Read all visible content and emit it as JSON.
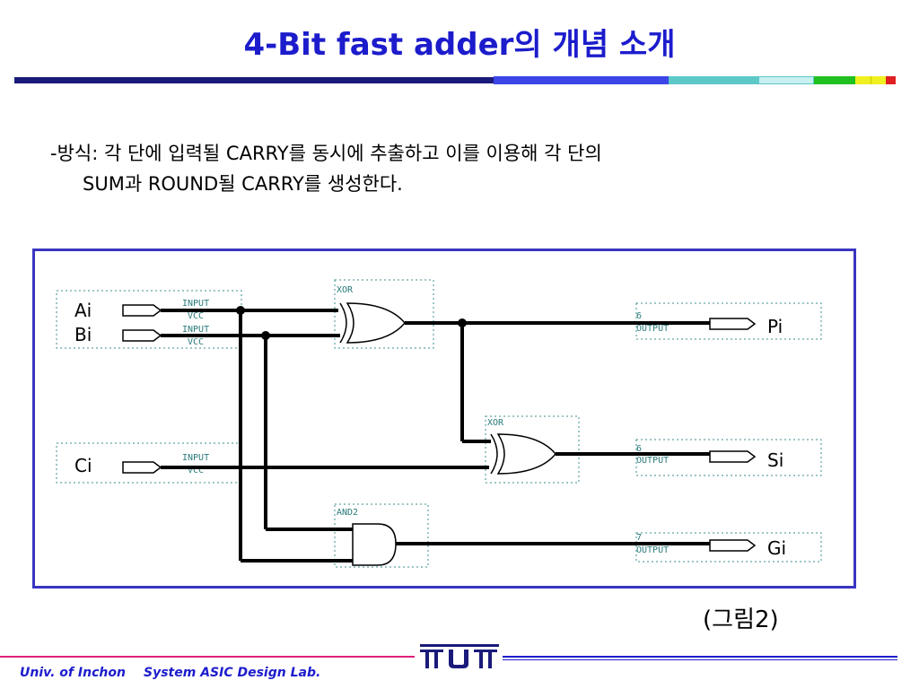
{
  "slide": {
    "title": "4-Bit fast adder의 개념 소개",
    "body_line1": "-방식: 각 단에 입력될 CARRY를 동시에 추출하고 이를 이용해 각 단의",
    "body_line2": "SUM과 ROUND될 CARRY를 생성한다.",
    "caption": "(그림2)"
  },
  "circuit": {
    "inputs": [
      {
        "name": "Ai",
        "tag": "INPUT",
        "tag2": "VCC"
      },
      {
        "name": "Bi",
        "tag": "INPUT",
        "tag2": "VCC"
      },
      {
        "name": "Ci",
        "tag": "INPUT",
        "tag2": "VCC"
      }
    ],
    "outputs": [
      {
        "name": "Pi",
        "tag": "OUTPUT",
        "pin": "6"
      },
      {
        "name": "Si",
        "tag": "OUTPUT",
        "pin": "6"
      },
      {
        "name": "Gi",
        "tag": "OUTPUT",
        "pin": "7"
      }
    ],
    "gates": [
      {
        "type": "XOR",
        "label": "XOR"
      },
      {
        "type": "XOR",
        "label": "XOR"
      },
      {
        "type": "AND",
        "label": "AND2"
      }
    ]
  },
  "footer": {
    "university": "Univ. of Inchon",
    "lab": "System ASIC Design Lab.",
    "logo_text": "ㅠUㅠ"
  },
  "colors": {
    "title_blue": "#1c1ccc",
    "frame_blue": "#3a35c0",
    "bar_navy": "#1a1a7a",
    "bar_blue": "#3c46e6",
    "bar_teal": "#5cc8c8",
    "bar_cyan": "#c8f0f0",
    "bar_green": "#20c020",
    "bar_yellow": "#f0f020",
    "bar_red": "#e02020",
    "footer_pink": "#e0207a",
    "schematic_teal": "#3c8c8c"
  }
}
